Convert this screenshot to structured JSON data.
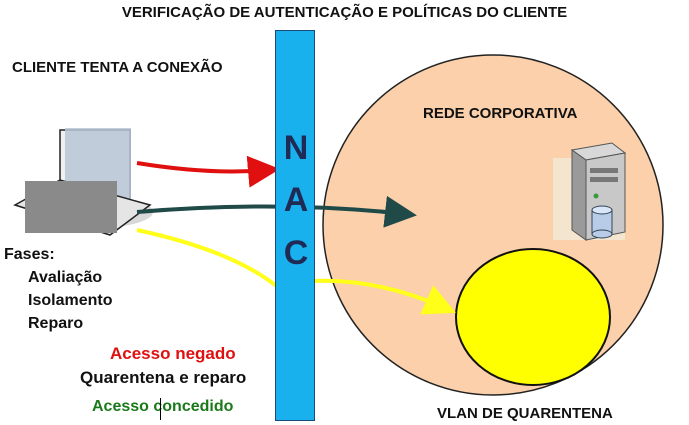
{
  "title": "VERIFICAÇÃO DE AUTENTICAÇÃO E POLÍTICAS DO CLIENTE",
  "client_attempts": "CLIENTE TENTA A CONEXÃO",
  "phases": {
    "header": "Fases:",
    "items": [
      "Avaliação",
      "Isolamento",
      "Reparo"
    ]
  },
  "legend": {
    "denied": "Acesso negado",
    "quarantine": "Quarentena e reparo",
    "granted": "Acesso concedido"
  },
  "nac_letters": [
    "N",
    "A",
    "C"
  ],
  "corporate_network": "REDE CORPORATIVA",
  "quarantine_vlan": "VLAN DE QUARENTENA",
  "colors": {
    "nac": "#19b0ee",
    "corporate": "#fbd0aa",
    "quarantine": "#ffff00",
    "denied": "#e01010",
    "granted_arrow": "#1f4a48",
    "quarantine_arrow": "#ffff1a"
  },
  "icons": [
    "laptop-icon",
    "server-icon",
    "database-icon"
  ]
}
